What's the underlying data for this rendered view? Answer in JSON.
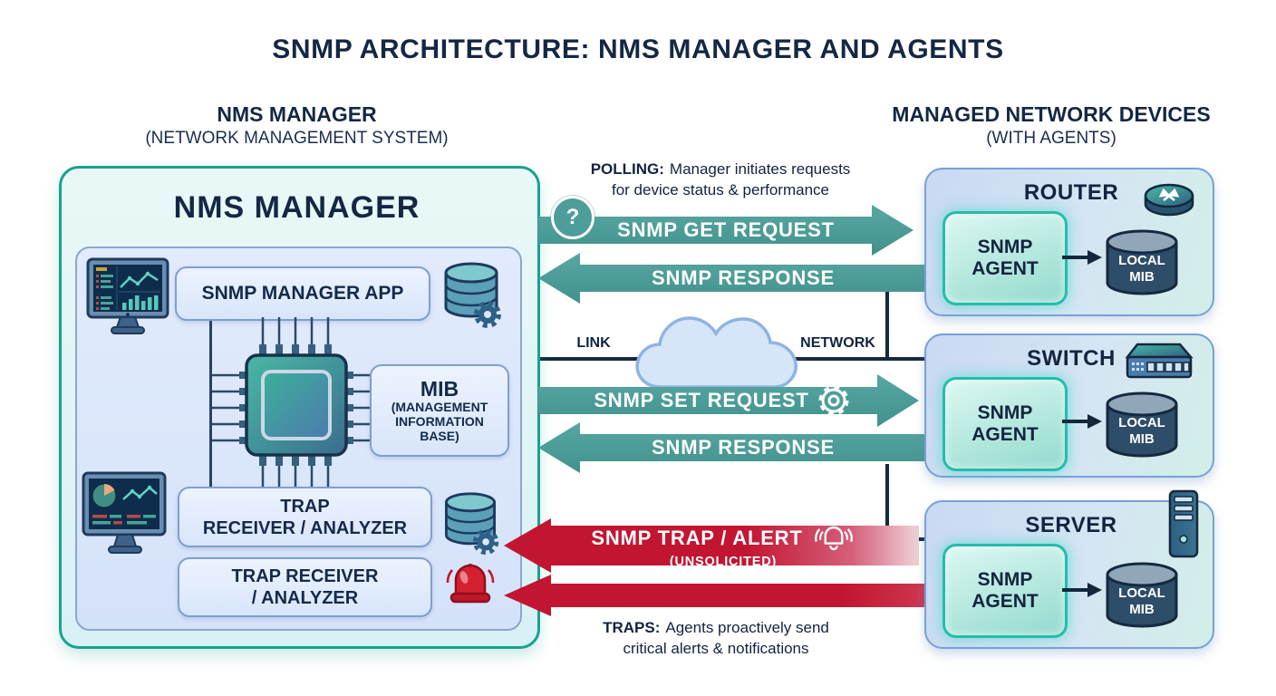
{
  "title": "SNMP ARCHITECTURE: NMS MANAGER AND AGENTS",
  "left_header": {
    "title": "NMS MANAGER",
    "subtitle": "(NETWORK MANAGEMENT SYSTEM)"
  },
  "right_header": {
    "title": "MANAGED NETWORK DEVICES",
    "subtitle": "(WITH AGENTS)"
  },
  "nms": {
    "title": "NMS MANAGER",
    "app_box": "SNMP MANAGER APP",
    "mib_title": "MIB",
    "mib_subtitle": "(MANAGEMENT\nINFORMATION\nBASE)",
    "trap_box_1": "TRAP\nRECEIVER / ANALYZER",
    "trap_box_2": "TRAP RECEIVER\n/ ANALYZER"
  },
  "flows": {
    "question_mark": "?",
    "polling_note": {
      "prefix": "POLLING:",
      "line1": "Manager initiates requests",
      "line2": "for device status & performance"
    },
    "get_request": "SNMP GET REQUEST",
    "response_top": "SNMP RESPONSE",
    "link_label": "LINK",
    "network_label": "NETWORK",
    "set_request": "SNMP SET REQUEST",
    "response_bottom": "SNMP RESPONSE",
    "trap_alert": {
      "line1": "SNMP TRAP / ALERT",
      "line2": "(UNSOLICITED)"
    },
    "traps_note": {
      "prefix": "TRAPS:",
      "line1": "Agents proactively send",
      "line2": "critical alerts & notifications"
    }
  },
  "devices": [
    {
      "name": "ROUTER",
      "agent": "SNMP\nAGENT",
      "mib": "LOCAL\nMIB",
      "icon": "router-icon"
    },
    {
      "name": "SWITCH",
      "agent": "SNMP\nAGENT",
      "mib": "LOCAL\nMIB",
      "icon": "switch-icon"
    },
    {
      "name": "SERVER",
      "agent": "SNMP\nAGENT",
      "mib": "LOCAL\nMIB",
      "icon": "server-icon"
    }
  ],
  "icons": [
    "dashboard-monitor-icon",
    "pie-monitor-icon",
    "database-gear-icon",
    "cpu-chip-icon",
    "alarm-bell-icon",
    "question-icon",
    "cloud-icon",
    "gear-icon",
    "bell-icon",
    "router-icon",
    "switch-icon",
    "server-icon",
    "local-mib-cylinder-icon"
  ],
  "colors": {
    "teal_arrow": "#4d9e9a",
    "red_arrow": "#c21531",
    "navy": "#15294a",
    "nms_border": "#17a28f",
    "device_border": "#78a0d8",
    "agent_border": "#25bcab"
  }
}
